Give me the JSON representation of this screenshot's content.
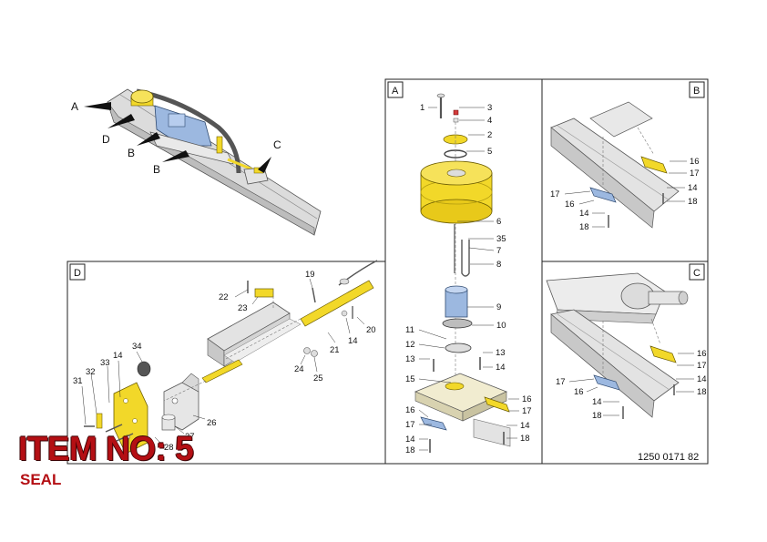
{
  "colors": {
    "highlight_yellow": "#f2d829",
    "part_blue": "#9cb8e0",
    "metal_grey": "#d6d6d6",
    "item_red": "#b40f14"
  },
  "item": {
    "title": "ITEM NO: 5",
    "subtitle": "SEAL"
  },
  "document_number": "1250 0171 82",
  "overview": {
    "labels": [
      "A",
      "D",
      "B",
      "B",
      "C"
    ]
  },
  "panels": {
    "A": {
      "letter": "A",
      "callouts": [
        "1",
        "3",
        "4",
        "2",
        "5",
        "6",
        "35",
        "7",
        "8",
        "9",
        "10",
        "11",
        "12",
        "13",
        "13",
        "14",
        "15",
        "16",
        "17",
        "16",
        "17",
        "14",
        "14",
        "18",
        "18"
      ]
    },
    "B": {
      "letter": "B",
      "callouts": [
        "16",
        "17",
        "14",
        "18",
        "17",
        "16",
        "14",
        "18"
      ]
    },
    "C": {
      "letter": "C",
      "callouts": [
        "16",
        "17",
        "14",
        "18",
        "17",
        "16",
        "14",
        "18"
      ]
    },
    "D": {
      "letter": "D",
      "callouts": [
        "19",
        "22",
        "23",
        "20",
        "14",
        "21",
        "34",
        "14",
        "24",
        "25",
        "31",
        "32",
        "33",
        "26",
        "27",
        "28"
      ]
    }
  }
}
